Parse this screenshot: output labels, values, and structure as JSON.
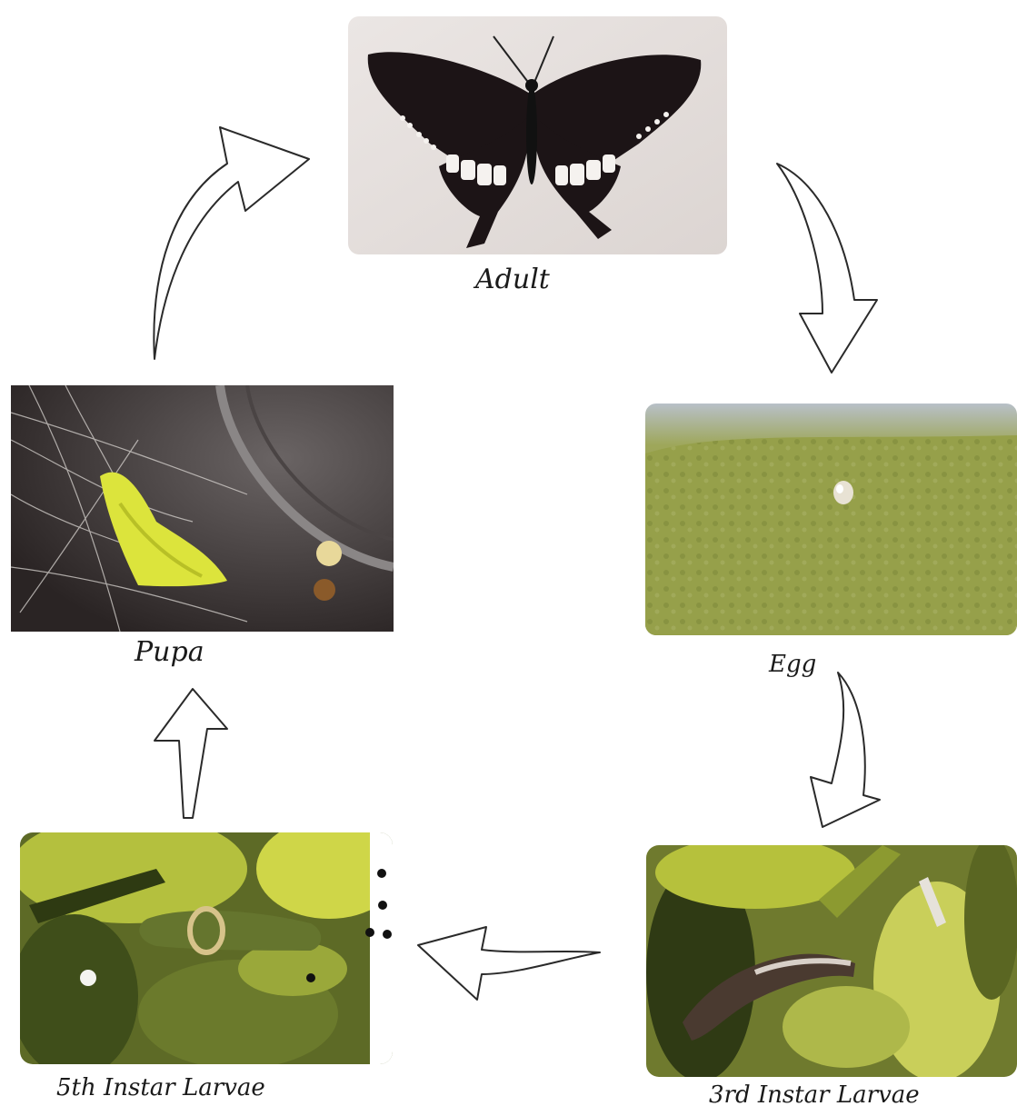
{
  "stages": {
    "adult": "Adult",
    "egg": "Egg",
    "third_instar": "3rd Instar Larvae",
    "fifth_instar": "5th Instar Larvae",
    "pupa": "Pupa"
  },
  "cycle_order": [
    "adult",
    "egg",
    "third_instar",
    "fifth_instar",
    "pupa"
  ]
}
